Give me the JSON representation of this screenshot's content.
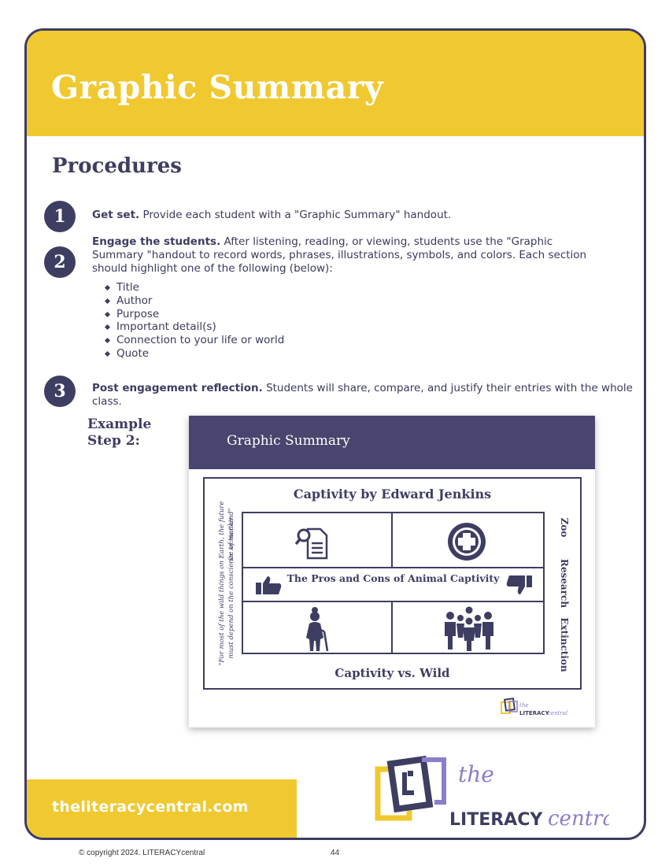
{
  "header": {
    "title": "Graphic Summary"
  },
  "section_title": "Procedures",
  "steps": [
    {
      "number": "1",
      "lead": "Get set.",
      "text": " Provide each student with a \"Graphic Summary\" handout."
    },
    {
      "number": "2",
      "lead": "Engage the students.",
      "text": " After listening, reading, or viewing, students use the  \"Graphic Summary \"handout to record words, phrases, illustrations, symbols, and colors. Each section should highlight one of the following (below):"
    },
    {
      "number": "3",
      "lead": "Post engagement reflection.",
      "text": " Students will share, compare, and justify their entries with the whole class."
    }
  ],
  "bullets": [
    "Title",
    "Author",
    "Purpose",
    "Important detail(s)",
    "Connection to your life or world",
    "Quote"
  ],
  "example": {
    "label_line1": "Example",
    "label_line2": "Step 2:",
    "card_title": "Graphic Summary",
    "book_title": "Captivity by Edward Jenkins",
    "center_label": "The Pros and Cons of Animal Captivity",
    "bottom_label": "Captivity vs. Wild",
    "quote_line1": "\"For most of the wild things on Earth, the future",
    "quote_line2": "must depend on the conscience of mankind\"",
    "quote_author": "- Dr. Archie Carr",
    "side_words": [
      "Zoo",
      "Research",
      "Extinction"
    ],
    "icons": [
      "document-search-icon",
      "medical-cross-icon",
      "elderly-person-icon",
      "group-of-people-icon",
      "thumbs-up-icon",
      "thumbs-down-icon"
    ]
  },
  "footer": {
    "website": "theliteracycentral.com",
    "logo_the": "the",
    "logo_literacy": "LITERACY",
    "logo_central": "central",
    "copyright": "© copyright 2024. LITERACYcentral",
    "page": "44"
  },
  "colors": {
    "yellow": "#f0c930",
    "navy": "#3e3d62",
    "purple": "#8a7fc8"
  }
}
